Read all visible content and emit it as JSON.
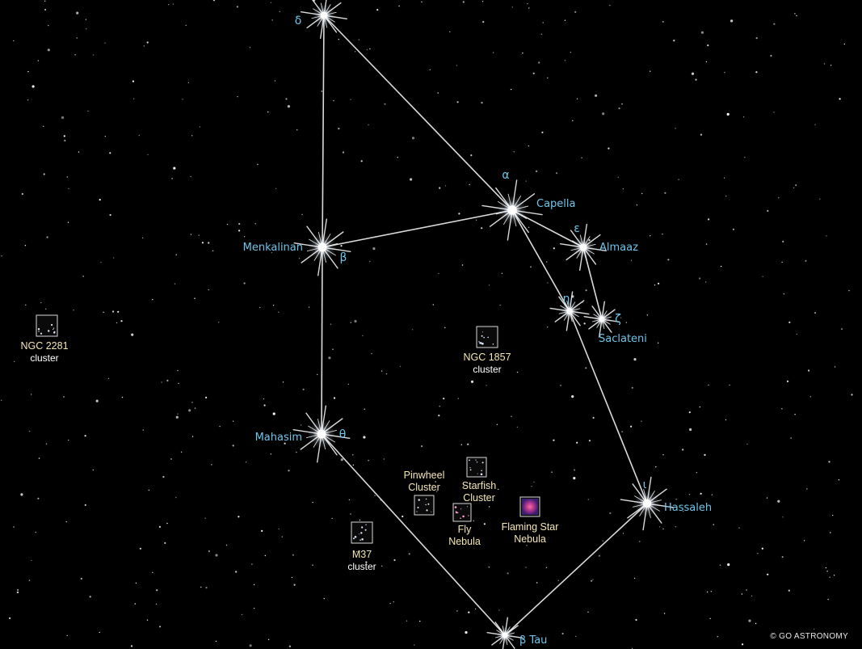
{
  "stars": [
    {
      "key": "delta",
      "greek": "δ",
      "name": ""
    },
    {
      "key": "alpha",
      "greek": "α",
      "name": "Capella"
    },
    {
      "key": "beta",
      "greek": "β",
      "name": "Menkalinan"
    },
    {
      "key": "epsilon",
      "greek": "ε",
      "name": "Almaaz"
    },
    {
      "key": "eta",
      "greek": "η",
      "name": ""
    },
    {
      "key": "zeta",
      "greek": "ζ",
      "name": "Saclateni"
    },
    {
      "key": "theta",
      "greek": "θ",
      "name": "Mahasim"
    },
    {
      "key": "iota",
      "greek": "ι",
      "name": "Hassaleh"
    },
    {
      "key": "betatau",
      "greek": "",
      "name": "β Tau"
    }
  ],
  "objects": [
    {
      "key": "ngc2281",
      "lines": [
        "NGC 2281"
      ],
      "type": "cluster",
      "color": "#f4e7b4"
    },
    {
      "key": "ngc1857",
      "lines": [
        "NGC 1857"
      ],
      "type": "cluster",
      "color": "#f4e7b4"
    },
    {
      "key": "m37",
      "lines": [
        "M37"
      ],
      "type": "cluster",
      "color": "#f4e7b4"
    },
    {
      "key": "pinwheel",
      "lines": [
        "Pinwheel",
        "Cluster"
      ],
      "type": "",
      "color": "#f4e7b4"
    },
    {
      "key": "starfish",
      "lines": [
        "Starfish",
        "Cluster"
      ],
      "type": "",
      "color": "#f4e7b4"
    },
    {
      "key": "fly",
      "lines": [
        "Fly",
        "Nebula"
      ],
      "type": "",
      "color": "#f4e7b4"
    },
    {
      "key": "flaming",
      "lines": [
        "Flaming Star",
        "Nebula"
      ],
      "type": "",
      "color": "#f4e7b4"
    }
  ],
  "lines": [
    [
      "delta",
      "beta"
    ],
    [
      "delta",
      "alpha"
    ],
    [
      "beta",
      "alpha"
    ],
    [
      "beta",
      "theta"
    ],
    [
      "alpha",
      "epsilon"
    ],
    [
      "alpha",
      "eta"
    ],
    [
      "epsilon",
      "zeta"
    ],
    [
      "eta",
      "iota"
    ],
    [
      "theta",
      "betatau"
    ],
    [
      "iota",
      "betatau"
    ]
  ],
  "credit": "© GO ASTRONOMY",
  "colors": {
    "background": "#000000",
    "star_label": "#6ec6ea",
    "object_label": "#f4e7b4",
    "lines": "#e6e6e6"
  }
}
